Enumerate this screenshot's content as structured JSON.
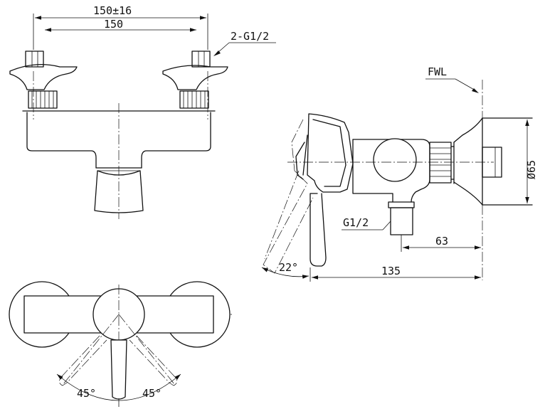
{
  "dimensions": {
    "spread": "150±16",
    "center_distance": "150",
    "inlet_thread": "2-G1/2",
    "outlet_thread": "G1/2",
    "wall_label": "FWL",
    "flange_diameter": "Ø65",
    "outlet_offset": "63",
    "projection": "135",
    "lever_tilt": "22°",
    "swing_left": "45°",
    "swing_right": "45°"
  }
}
